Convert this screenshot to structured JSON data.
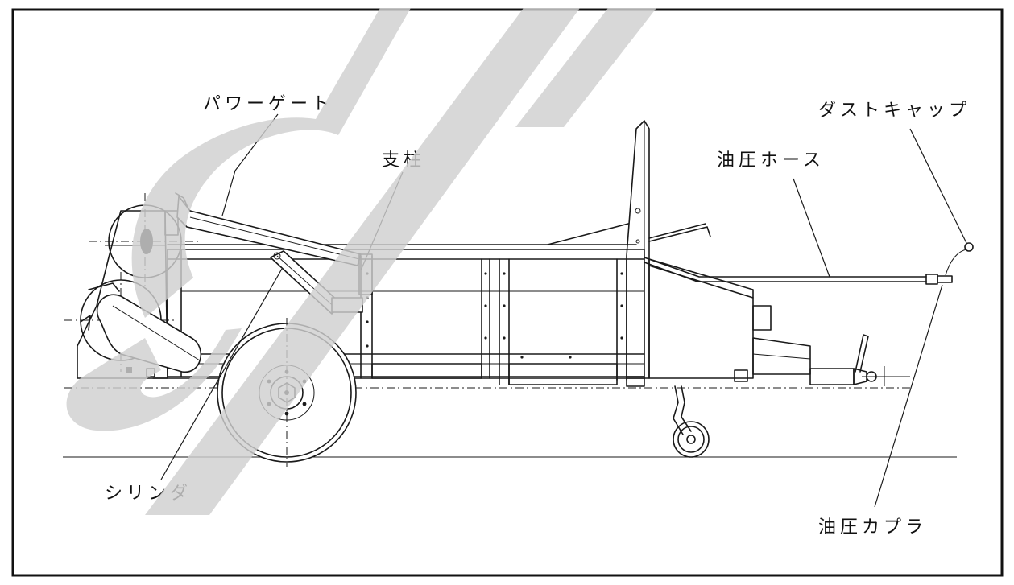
{
  "labels": {
    "power_gate": "パワーゲート",
    "pillar": "支柱",
    "dust_cap": "ダストキャップ",
    "hydraulic_hose": "油圧ホース",
    "cylinder": "シリンダ",
    "hydraulic_coupler": "油圧カプラ"
  },
  "colors": {
    "line": "#1a1a1a",
    "watermark": "#cfcfcf",
    "background": "#ffffff"
  }
}
